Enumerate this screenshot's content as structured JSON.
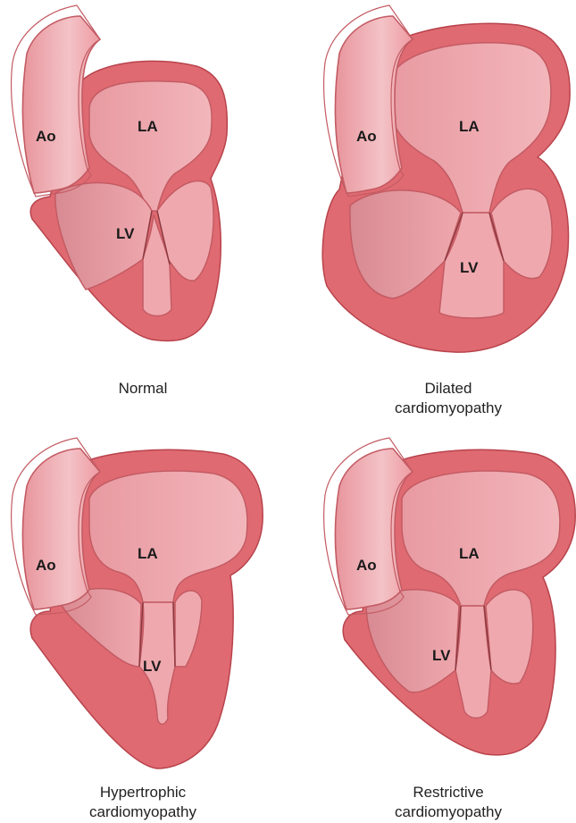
{
  "colors": {
    "myocardium": "#e06a72",
    "myocardium_outline": "#b8434c",
    "chamber": "#efa8ae",
    "chamber_dark": "#da8f96",
    "chamber_outline": "#c35b63",
    "text": "#1a1a1a"
  },
  "panels": [
    {
      "id": "normal",
      "caption_line1": "Normal",
      "caption_line2": "",
      "labels": {
        "ao": "Ao",
        "la": "LA",
        "lv": "LV"
      }
    },
    {
      "id": "dilated",
      "caption_line1": "Dilated",
      "caption_line2": "cardiomyopathy",
      "labels": {
        "ao": "Ao",
        "la": "LA",
        "lv": "LV"
      }
    },
    {
      "id": "hypertrophic",
      "caption_line1": "Hypertrophic",
      "caption_line2": "cardiomyopathy",
      "labels": {
        "ao": "Ao",
        "la": "LA",
        "lv": "LV"
      }
    },
    {
      "id": "restrictive",
      "caption_line1": "Restrictive",
      "caption_line2": "cardiomyopathy",
      "labels": {
        "ao": "Ao",
        "la": "LA",
        "lv": "LV"
      }
    }
  ]
}
